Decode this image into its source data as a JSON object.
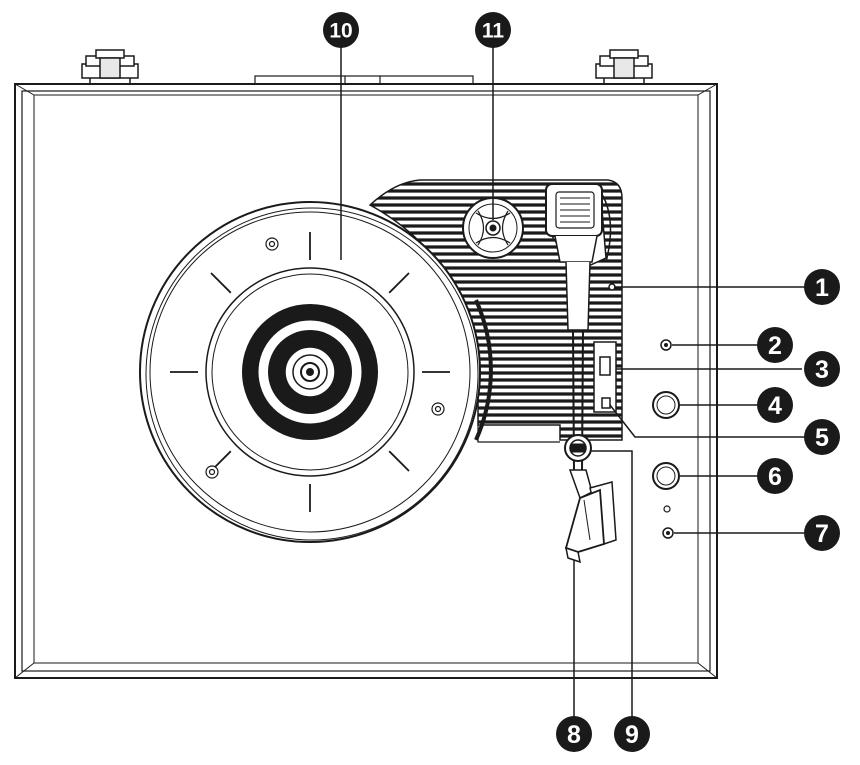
{
  "callouts": [
    {
      "id": "c1",
      "label": "1"
    },
    {
      "id": "c2",
      "label": "2"
    },
    {
      "id": "c3",
      "label": "3"
    },
    {
      "id": "c4",
      "label": "4"
    },
    {
      "id": "c5",
      "label": "5"
    },
    {
      "id": "c6",
      "label": "6"
    },
    {
      "id": "c7",
      "label": "7"
    },
    {
      "id": "c8",
      "label": "8"
    },
    {
      "id": "c9",
      "label": "9"
    },
    {
      "id": "c10",
      "label": "10"
    },
    {
      "id": "c11",
      "label": "11"
    }
  ],
  "colors": {
    "line": "#1a1a1a",
    "fill_dark": "#1a1a1a",
    "background": "#ffffff"
  }
}
